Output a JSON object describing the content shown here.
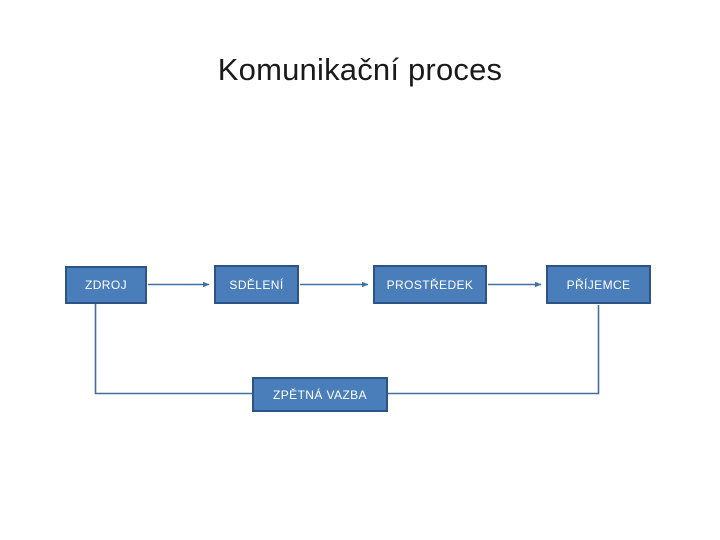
{
  "slide": {
    "title": "Komunikační proces",
    "background_color": "#FFFFFF",
    "title_color": "#1A1A1A"
  },
  "theme": {
    "box_fill": "#4A7EBB",
    "box_border": "#2E5486",
    "box_text": "#FFFFFF",
    "connector_color": "#41719C"
  },
  "diagram": {
    "type": "flow-diagram",
    "nodes": [
      {
        "id": "zdroj",
        "label": "ZDROJ"
      },
      {
        "id": "sdeleni",
        "label": "SDĚLENÍ"
      },
      {
        "id": "prostredek",
        "label": "PROSTŘEDEK"
      },
      {
        "id": "prijemce",
        "label": "PŘÍJEMCE"
      },
      {
        "id": "zpetna",
        "label": "ZPĚTNÁ VAZBA"
      }
    ],
    "connectors": [
      {
        "from": "zdroj",
        "to": "sdeleni",
        "arrow": true
      },
      {
        "from": "sdeleni",
        "to": "prostredek",
        "arrow": true
      },
      {
        "from": "prostredek",
        "to": "prijemce",
        "arrow": true
      },
      {
        "from": "zdroj",
        "to": "zpetna",
        "arrow": false
      },
      {
        "from": "zpetna",
        "to": "prijemce",
        "arrow": false
      }
    ]
  }
}
